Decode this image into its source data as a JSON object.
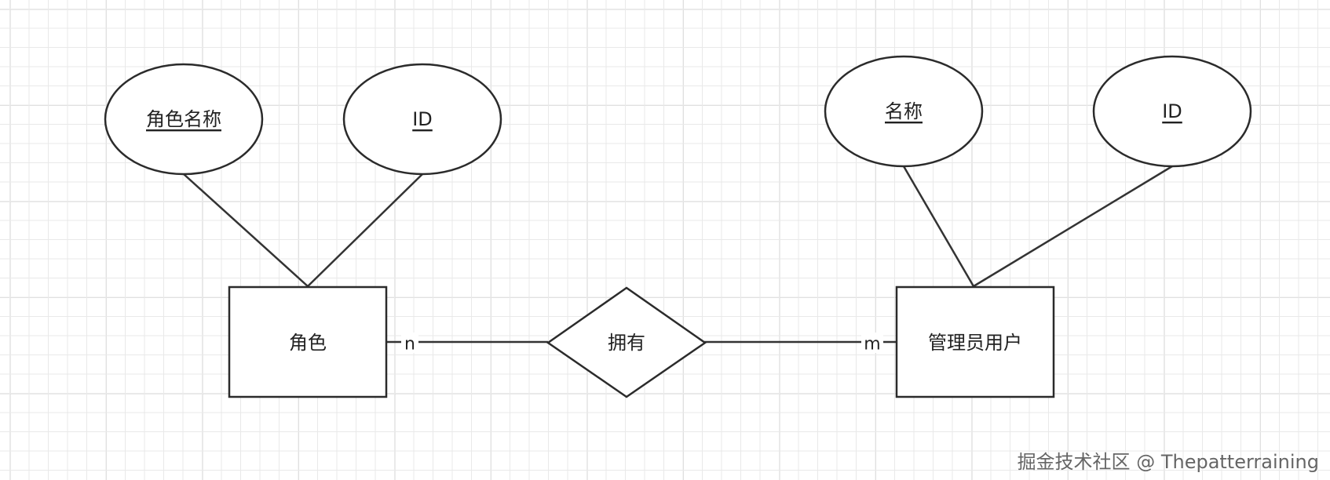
{
  "diagram": {
    "entities": {
      "role": {
        "label": "角色"
      },
      "admin_user": {
        "label": "管理员用户"
      }
    },
    "relationship": {
      "label": "拥有"
    },
    "attributes": {
      "role_name": {
        "label": "角色名称"
      },
      "role_id": {
        "label": "ID"
      },
      "admin_name": {
        "label": "名称"
      },
      "admin_id": {
        "label": "ID"
      }
    },
    "cardinality": {
      "role_side": "n",
      "admin_side": "m"
    }
  },
  "watermark": "掘金技术社区 @ Thepatterraining"
}
